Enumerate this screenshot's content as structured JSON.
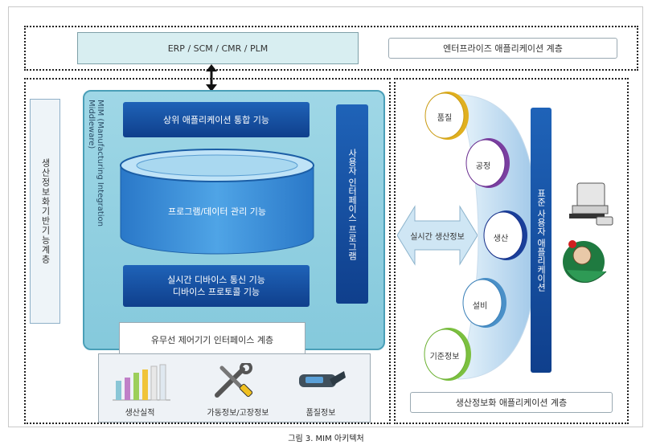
{
  "top": {
    "erp": "ERP / SCM / CMR / PLM",
    "enterprise_layer": "엔터프라이즈 애플리케이션 계층"
  },
  "left": {
    "vertical_label": "생산정보화기반기능계층"
  },
  "mim": {
    "title": "MIM (Manufacturing Integration Middleware)",
    "upper": "상위 애플리케이션 통합 기능",
    "program_data": "프로그램/데이터 관리 기능",
    "device_line1": "실시간 디바이스 통신 기능",
    "device_line2": "디바이스 프로토콜 기능",
    "user_interface": "사용자 인터페이스 프로그램",
    "wired": "유무선 제어기기 인터페이스 계층"
  },
  "bottom_icons": {
    "production_results": "생산실적",
    "operation_fault": "가동정보/고장정보",
    "quality": "품질정보"
  },
  "right": {
    "realtime": "실시간 생산정보",
    "circles": [
      "품질",
      "공정",
      "생산",
      "설비",
      "기준정보"
    ],
    "standard_user_app": "표준 사용자 애플리케이션",
    "production_app_layer": "생산정보화 애플리케이션 계층"
  },
  "caption": "그림 3. MIM 아키텍처",
  "colors": {
    "mim_bg": "#8fcfe0",
    "banner_blue": "#1a56a8",
    "erp_bg": "#d8eef1"
  }
}
